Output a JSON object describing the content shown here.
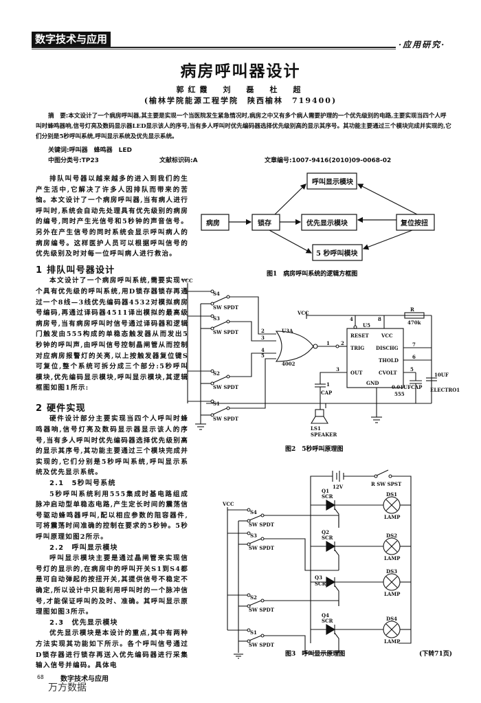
{
  "header": {
    "journal_tag": "数字技术与应用",
    "section": "·应用研究·"
  },
  "article": {
    "title": "病房呼叫器设计",
    "authors": "郭红霞　刘　磊　杜　超",
    "affiliation": "(榆林学院能源工程学院　陕西榆林　719400)",
    "abstract_label": "摘　要:",
    "abstract_text": "本文设计了一个病房呼叫器,其主要是实现一个当医院发生紧急情况时,病房之中又有多个病人需要护理的一个优先级别的电路,主要实现当四个人呼叫时蜂鸣器响,信号灯亮及数码显示器LED显示该人的序号,当有多人呼叫时优先编码器选择优先级别高的显示其序号。其功能主要通过三个模块完成并实现的,它们分别是5秒呼叫系统,呼叫显示系统及优先显示系统。",
    "keywords": "关键词:呼叫器　蜂鸣器　LED",
    "clc": "中图分类号:TP23",
    "doc_code": "文献标识码:A",
    "article_no": "文章编号:1007-9416(2010)09-0068-02"
  },
  "body": {
    "intro": "排队叫号器以越来越多的进入到我们的生产生活中,它解决了许多人因排队而带来的苦恼。本文设计了一个病房呼叫器,当有病人进行呼叫时,系统会自动先处理具有优先级别的病房的编号,同时产生光信号和5秒钟的声音信号。另外在产生信号的同时系统会显示呼叫病人的病房编号。这样医护人员可以根据呼叫信号的优先级别及时对每一位呼叫病人进行救治。",
    "s1_title": "1 排队叫号器设计",
    "s1_text": "本文设计了一个病房呼叫系统,需要实现一个具有优先级的呼叫系统,用D锁存器锁存再通过一个8线—3线优先编码器4532对模拟病房号编码,再通过译码器4511译出模拟的最高级病房号,当有病房呼叫时信号通过译码器和逻辑门触发由555构成的单稳态触发器从而发出5秒钟的呼叫声,由呼叫信号控制晶闸管从而控制对应病房报警灯的关亮,以上按触发器复位键S可复位,整个系统可拆分成三个部分:5秒呼叫模块,优先编码显示模块,呼叫显示模块,其逻辑框图如图1所示:",
    "s2_title": "2 硬件实现",
    "s2_text": "硬件设计部分主要实现当四个人呼叫时蜂鸣器响,信号灯亮及数码显示器显示该人的序号,当有多人呼叫时优先编码器选择优先级别高的显示其序号,其功能主要通过三个模块完成并实现的,它们分别是5秒呼叫系统,呼叫显示系统及优先显示系统。",
    "s21_title": "2.1　5秒叫号系统",
    "s21_text": "5秒呼叫系统利用555集成时基电路组成脉冲启动型单稳态电路,产生定长时间的震荡信号驱动蜂鸣器呼叫,配以相应参数的阻容器件,可将震荡时间准确的控制在要求的5秒钟。5秒呼叫原理如图2所示。",
    "s22_title": "2.2　呼叫显示模块",
    "s22_text": "呼叫显示模块主要是通过晶闸管来实现信号灯的显示的,在病房中的呼叫开关S1到S4都是可自动弹起的按扭开关,其提供信号不稳定不确定,所以设计中只能利用呼叫时的一个脉冲信号,才能保证呼叫的及时、准确。其呼叫显示原理图如图3所示。",
    "s23_title": "2.3　优先显示模块",
    "s23_text": "优先显示模块是本设计的重点,其中有两种方法实现其功能如下所示。各个呼叫信号通过D锁存器进行锁存再送入优先编码器进行采集输入信号并编码。具体电"
  },
  "fig1": {
    "caption": "图1　病房呼叫系统的逻辑方框图",
    "nodes": {
      "ward": "病房",
      "latch": "锁存",
      "call_display": "呼叫显示模块",
      "priority_display": "优先显示模块",
      "call_5s": "5 秒呼叫模块",
      "reset": "复位按扭"
    }
  },
  "fig2": {
    "caption": "图2　5秒呼叫原理图",
    "labels": {
      "vcc": "VCC",
      "sw": "SW SPDT",
      "s1": "S1",
      "s2": "S2",
      "s3": "S3",
      "s4": "S4",
      "gate": "U3A",
      "gate_part": "4002",
      "timer": "U5",
      "timer_part": "555",
      "reset": "RESET",
      "vcc_pin": "VCC",
      "trig": "TRIG",
      "dischg": "DISCHG",
      "thold": "THOLD",
      "out": "OUT",
      "cvolt": "CVOLT",
      "gnd": "GND",
      "r": "R",
      "r_val": "470k",
      "c_elec": "10UF",
      "c_elec_name": "ELECTRO1",
      "c_ctrl": "0.01UFCAP",
      "cap": "CAP",
      "speaker": "LS1",
      "speaker_name": "SPEAKER"
    },
    "pins": [
      "2",
      "3",
      "4",
      "5",
      "1",
      "2",
      "4",
      "8",
      "7",
      "6",
      "3",
      "5",
      "1"
    ]
  },
  "fig3": {
    "caption": "图3　呼叫显示原理图",
    "labels": {
      "battery": "12V",
      "reset_sw": "R SW SPST",
      "scr": "SCR",
      "lamp": "LAMP",
      "q": [
        "Q1",
        "Q2",
        "Q3",
        "Q4"
      ],
      "ds": [
        "DS1",
        "DS2",
        "DS3",
        "DS4"
      ],
      "vcc": "VCC",
      "sw": "SW SPDT",
      "s": [
        "S4",
        "S3",
        "S2",
        "S1"
      ]
    }
  },
  "continued": "(下转71页)",
  "footer": {
    "page_number": "68",
    "journal": "数字技术与应用",
    "watermark": "万方数据"
  }
}
